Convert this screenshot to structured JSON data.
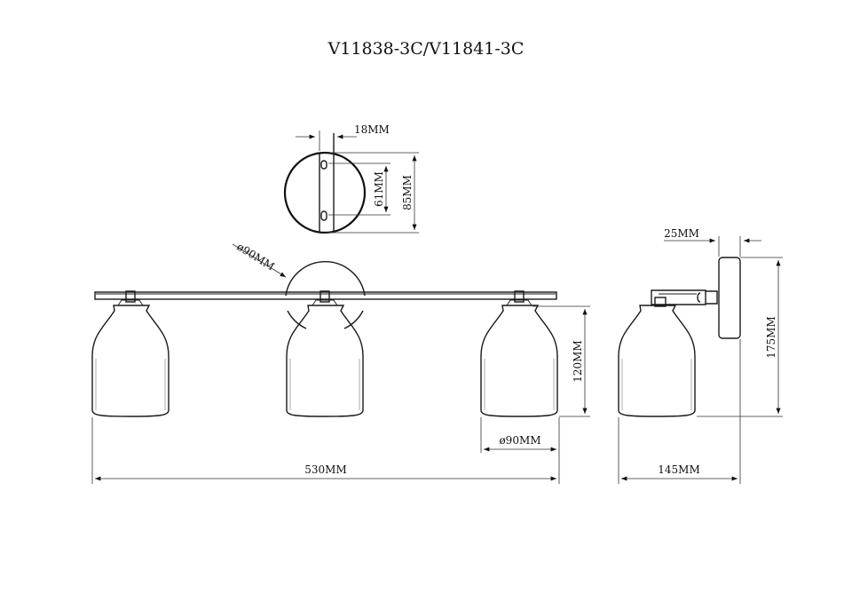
{
  "title": "V11838-3C/V11841-3C",
  "dimensions": {
    "plate_depth": "18MM",
    "slot_spacing": "61MM",
    "plate_height": "85MM",
    "plate_diameter": "ø90MM",
    "shade_height": "120MM",
    "shade_diameter": "ø90MM",
    "total_width": "530MM",
    "side_depth": "145MM",
    "side_height": "175MM",
    "side_plate_depth": "25MM"
  }
}
